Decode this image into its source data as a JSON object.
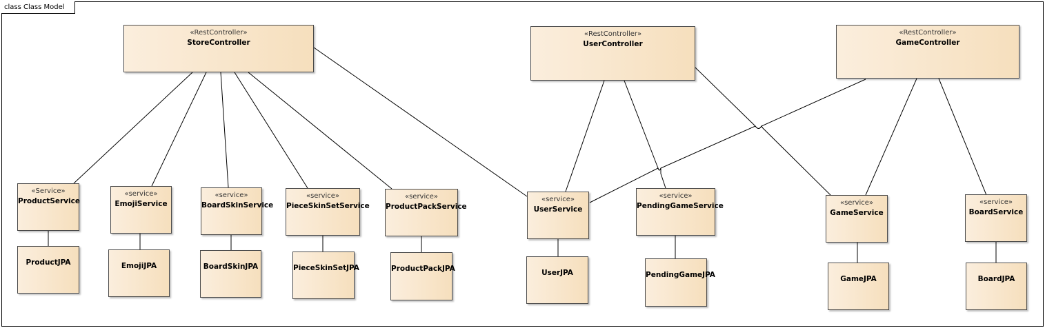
{
  "frame": {
    "label": "class Class Model"
  },
  "classes": {
    "store_controller": {
      "stereotype": "«RestController»",
      "name": "StoreController"
    },
    "user_controller": {
      "stereotype": "«RestController»",
      "name": "UserController"
    },
    "game_controller": {
      "stereotype": "«RestController»",
      "name": "GameController"
    },
    "product_service": {
      "stereotype": "«Service»",
      "name": "ProductService"
    },
    "emoji_service": {
      "stereotype": "«service»",
      "name": "EmojiService"
    },
    "boardskin_service": {
      "stereotype": "«service»",
      "name": "BoardSkinService"
    },
    "pieceskinset_service": {
      "stereotype": "«service»",
      "name": "PieceSkinSetService"
    },
    "productpack_service": {
      "stereotype": "«service»",
      "name": "ProductPackService"
    },
    "user_service": {
      "stereotype": "«service»",
      "name": "UserService"
    },
    "pendinggame_service": {
      "stereotype": "«service»",
      "name": "PendingGameService"
    },
    "game_service": {
      "stereotype": "«service»",
      "name": "GameService"
    },
    "board_service": {
      "stereotype": "«service»",
      "name": "BoardService"
    },
    "product_jpa": {
      "name": "ProductJPA"
    },
    "emoji_jpa": {
      "name": "EmojiJPA"
    },
    "boardskin_jpa": {
      "name": "BoardSkinJPA"
    },
    "pieceskinset_jpa": {
      "name": "PieceSkinSetJPA"
    },
    "productpack_jpa": {
      "name": "ProductPackJPA"
    },
    "user_jpa": {
      "name": "UserJPA"
    },
    "pendinggame_jpa": {
      "name": "PendingGameJPA"
    },
    "game_jpa": {
      "name": "GameJPA"
    },
    "board_jpa": {
      "name": "BoardJPA"
    }
  }
}
